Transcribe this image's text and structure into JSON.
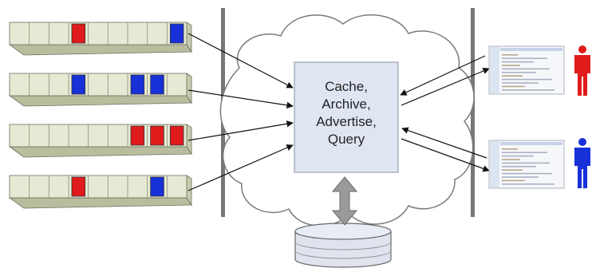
{
  "hub": {
    "lines": [
      "Cache,",
      "Archive,",
      "Advertise,",
      "Query"
    ]
  },
  "colors": {
    "red": "#e01b1b",
    "blue": "#1730d8",
    "box_fill": "#dfe6f2",
    "rack_fill": "#e6ead4",
    "cloud_stroke": "#7a7a7a",
    "wall": "#777777"
  },
  "racks": [
    {
      "slots": [
        "",
        "",
        "",
        "red",
        "",
        "",
        "",
        "",
        "blue"
      ]
    },
    {
      "slots": [
        "",
        "",
        "",
        "blue",
        "",
        "",
        "blue",
        "blue",
        ""
      ]
    },
    {
      "slots": [
        "",
        "",
        "",
        "",
        "",
        "",
        "red",
        "red",
        "red"
      ]
    },
    {
      "slots": [
        "",
        "",
        "",
        "red",
        "",
        "",
        "",
        "blue",
        ""
      ]
    }
  ],
  "users": [
    {
      "icon": "person-icon",
      "color": "red"
    },
    {
      "icon": "person-icon",
      "color": "blue"
    }
  ]
}
